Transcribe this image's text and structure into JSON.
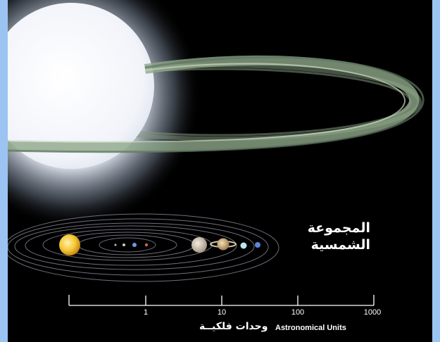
{
  "solar_system_label": {
    "line1": "المجموعة",
    "line2": "الشمسية"
  },
  "axis": {
    "ticks": [
      {
        "value": 1,
        "label": "1"
      },
      {
        "value": 10,
        "label": "10"
      },
      {
        "value": 100,
        "label": "100"
      },
      {
        "value": 1000,
        "label": "1000"
      }
    ],
    "unit_en": "Astronomical Units",
    "unit_ar": "وحدات فلكيــة"
  },
  "colors": {
    "frame_border": "#9cc4f2",
    "space": "#000000",
    "star_glow": "#eef2ff",
    "disk": "#8fa78a",
    "sun": "#f6c73a"
  }
}
